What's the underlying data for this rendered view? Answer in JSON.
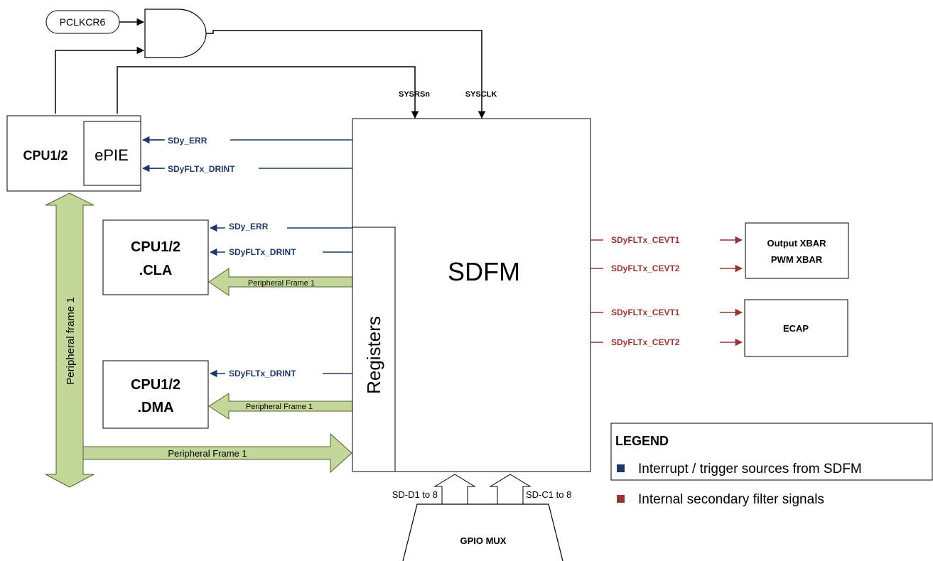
{
  "colors": {
    "interrupt": "#1f3864",
    "filter": "#943634",
    "frame_fill": "#c4d79b",
    "frame_stroke": "#4f6228",
    "line": "#000000"
  },
  "inputs": {
    "pclkcr6": "PCLKCR6"
  },
  "signals": {
    "sysrsn": "SYSRSn",
    "sysclk": "SYSCLK"
  },
  "cpu": {
    "label": "CPU1/2",
    "epie": "ePIE",
    "sdy_err": "SDy_ERR",
    "drint": "SDyFLTx_DRINT"
  },
  "cla": {
    "line1": "CPU1/2",
    "line2": ".CLA",
    "sdy_err": "SDy_ERR",
    "drint": "SDyFLTx_DRINT",
    "frame": "Peripheral Frame 1"
  },
  "dma": {
    "line1": "CPU1/2",
    "line2": ".DMA",
    "drint": "SDyFLTx_DRINT",
    "frame": "Peripheral Frame 1"
  },
  "bus": {
    "vertical": "Peripheral frame 1",
    "horizontal": "Peripheral Frame 1"
  },
  "sdfm": {
    "title": "SDFM",
    "registers": "Registers"
  },
  "outputs": {
    "cevt1_a": "SDyFLTx_CEVT1",
    "cevt2_a": "SDyFLTx_CEVT2",
    "cevt1_b": "SDyFLTx_CEVT1",
    "cevt2_b": "SDyFLTx_CEVT2",
    "xbar_line1": "Output XBAR",
    "xbar_line2": "PWM XBAR",
    "ecap": "ECAP"
  },
  "gpio": {
    "label": "GPIO MUX",
    "data_in": "SD-D1 to 8",
    "clk_in": "SD-C1 to 8"
  },
  "legend": {
    "title": "LEGEND",
    "item_interrupt": "Interrupt / trigger sources from SDFM",
    "item_filter": "Internal secondary filter signals"
  }
}
